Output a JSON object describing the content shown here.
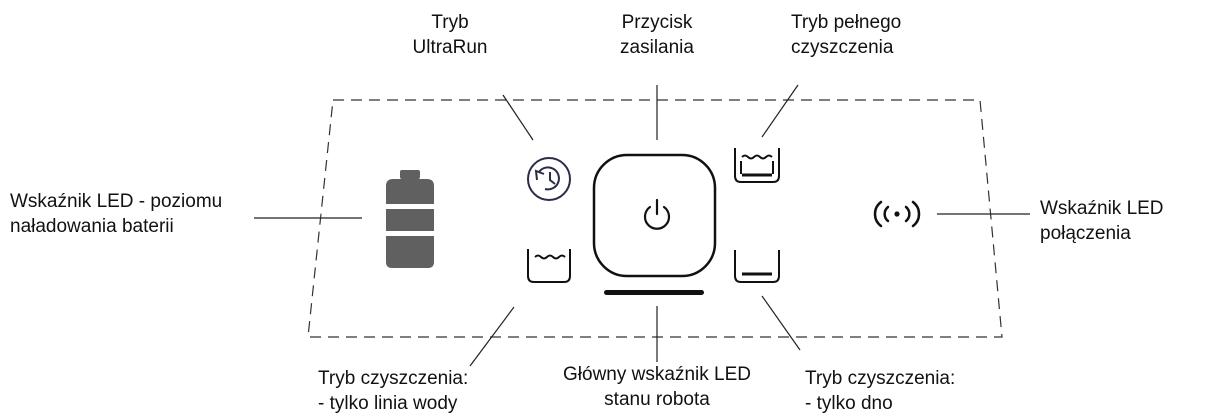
{
  "labels": {
    "ultrarun_mode": [
      "Tryb",
      "UltraRun"
    ],
    "power_button": [
      "Przycisk",
      "zasilania"
    ],
    "full_cleaning_mode": [
      "Tryb pełnego",
      "czyszczenia"
    ],
    "battery_led": [
      "Wskaźnik LED - poziomu",
      "naładowania baterii"
    ],
    "connection_led": [
      "Wskaźnik LED",
      "połączenia"
    ],
    "waterline_only_mode": [
      "Tryb czyszczenia:",
      "- tylko linia wody"
    ],
    "main_status_led": [
      "Główny wskaźnik LED",
      "stanu robota"
    ],
    "floor_only_mode": [
      "Tryb czyszczenia:",
      "- tylko dno"
    ]
  },
  "icons": {
    "battery": "battery-icon",
    "ultrarun": "ultrarun-icon",
    "power": "power-icon",
    "full_cleaning": "full-cleaning-icon",
    "waterline": "waterline-icon",
    "floor": "floor-icon",
    "connection": "wifi-signal-icon"
  },
  "colors": {
    "ink": "#111111",
    "battery_fill": "#606060",
    "ultrarun_outline": "#2b2b4a"
  }
}
